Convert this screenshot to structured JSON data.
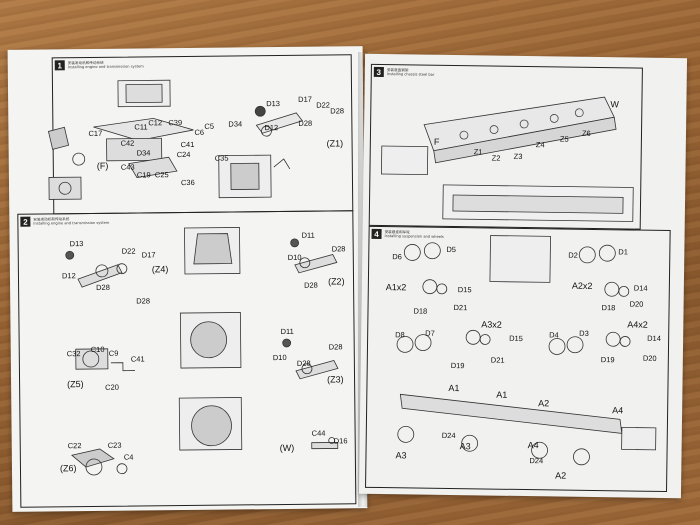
{
  "steps": [
    {
      "num": "1",
      "cn": "安装发动机和传动系统",
      "en": "Installing engine and transmission system"
    },
    {
      "num": "2",
      "cn": "安装发动机和传动系统",
      "en": "Installing engine and transmission system"
    },
    {
      "num": "3",
      "cn": "安装底盘钢架",
      "en": "Installing chassis steel bar"
    },
    {
      "num": "4",
      "cn": "安装悬挂和车轮",
      "en": "Installing suspension and wheels"
    }
  ],
  "step1_labels": [
    "D13",
    "D12",
    "D17",
    "D22",
    "D28",
    "D28",
    "(Z1)",
    "C17",
    "C12",
    "C39",
    "C11",
    "C5",
    "C6",
    "D34",
    "C42",
    "C41",
    "D34",
    "C24",
    "C35",
    "(F)",
    "C43",
    "C19",
    "C25",
    "C36"
  ],
  "step2_labels": [
    "D13",
    "D12",
    "D22",
    "D17",
    "(Z4)",
    "D28",
    "D28",
    "D11",
    "D10",
    "D28",
    "D28",
    "(Z2)",
    "C32",
    "C10",
    "C9",
    "C41",
    "(Z5)",
    "C20",
    "D11",
    "D10",
    "D28",
    "D28",
    "(Z3)",
    "C22",
    "C23",
    "C4",
    "(Z6)",
    "C44",
    "D16",
    "(W)"
  ],
  "step3_labels": [
    "W",
    "F",
    "Z1",
    "Z2",
    "Z3",
    "Z4",
    "Z5",
    "Z6"
  ],
  "step4_labels": [
    "D6",
    "D5",
    "D2",
    "D1",
    "A1x2",
    "D15",
    "A2x2",
    "D14",
    "D18",
    "D21",
    "D18",
    "D20",
    "A3x2",
    "D8",
    "D7",
    "D15",
    "D4",
    "D3",
    "A4x2",
    "D14",
    "D19",
    "D21",
    "D19",
    "D20",
    "A1",
    "A1",
    "A2",
    "A4",
    "D24",
    "A3",
    "A4",
    "D24",
    "A3",
    "A2"
  ]
}
